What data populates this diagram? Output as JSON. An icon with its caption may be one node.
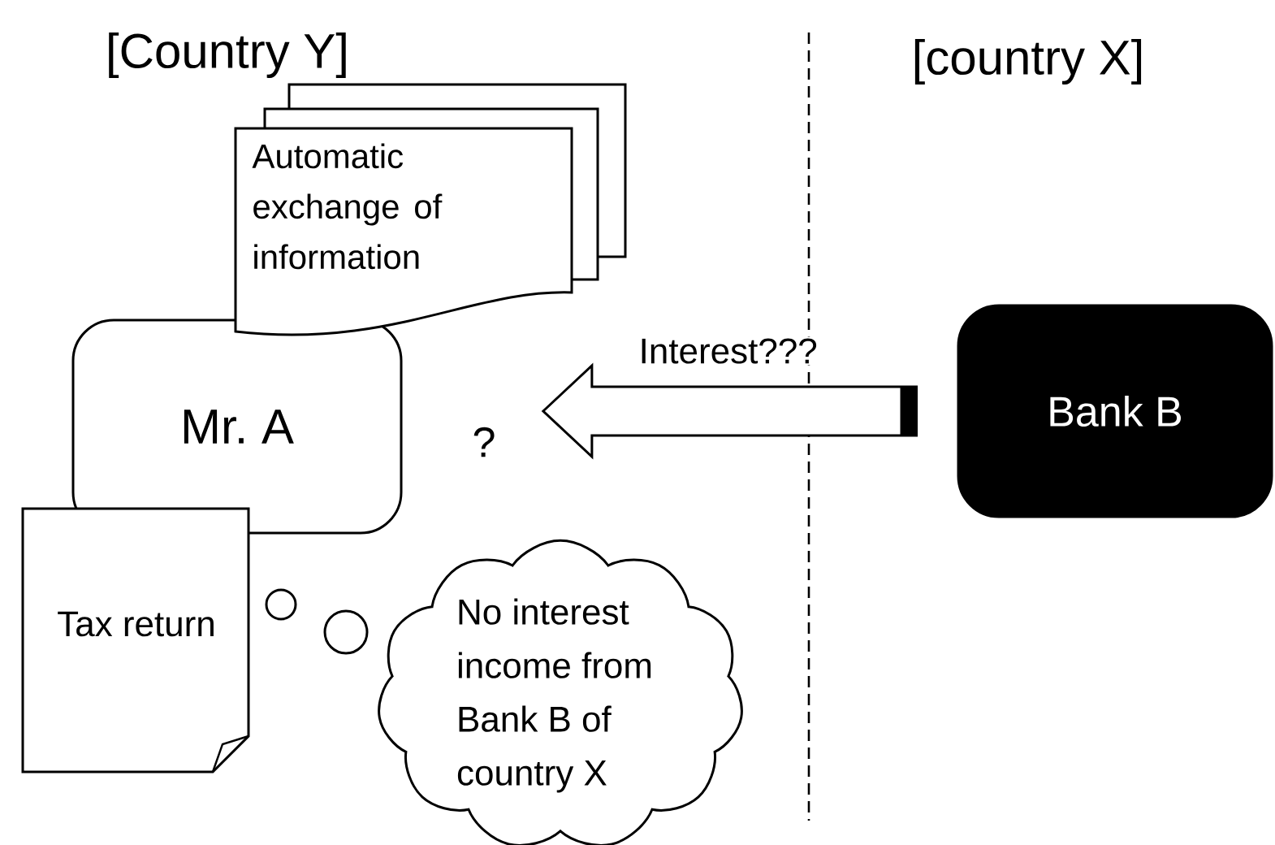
{
  "diagram": {
    "nodes": [
      {
        "text": [
          "Automatic exchange of information"
        ]
      },
      {
        "text": [
          "Mr. A"
        ]
      },
      {
        "text": [
          "?"
        ]
      },
      {
        "text": [
          "Bank B"
        ]
      },
      {
        "text": [
          "Tax return"
        ]
      },
      {
        "text": [
          "No interest income from Bank B of country X"
        ]
      }
    ],
    "edges": [
      {
        "from": 3,
        "to": 2,
        "arrow": "to",
        "label": "Interest???"
      }
    ],
    "labels": [
      "[Country Y]",
      "[country X]"
    ]
  }
}
